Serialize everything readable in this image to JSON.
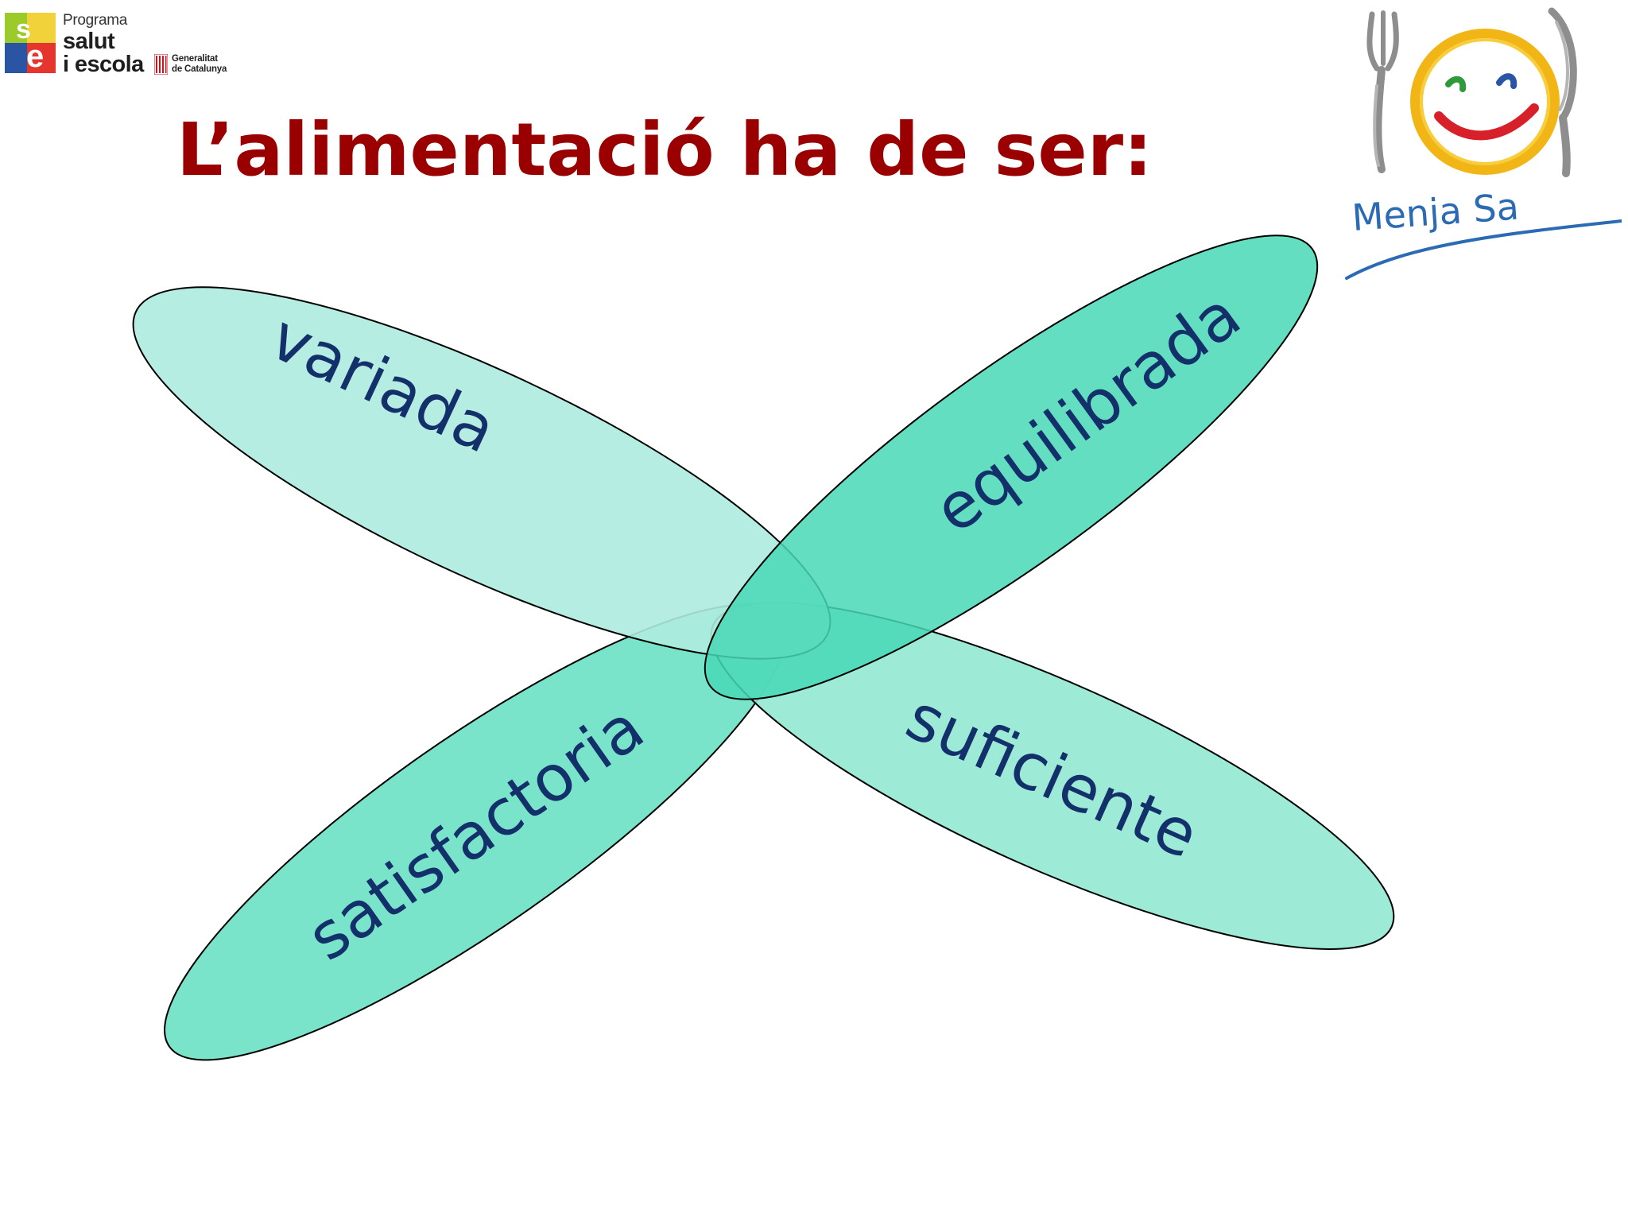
{
  "header": {
    "logo": {
      "programa": "Programa",
      "salut": "salut",
      "escola": "i escola",
      "gencat_line1": "Generalitat",
      "gencat_line2": "de Catalunya"
    },
    "title": "L’alimentació ha de ser:"
  },
  "menja_sa_logo": {
    "text": "Menja Sa",
    "icons": [
      "fork-icon",
      "smiley-plate-icon",
      "knife-icon"
    ]
  },
  "diagram": {
    "type": "four-petal flower",
    "petals": [
      {
        "position": "top-left",
        "label": "variada",
        "color": "#aeebdf"
      },
      {
        "position": "top-right",
        "label": "equilibrada",
        "color": "#48d8b6"
      },
      {
        "position": "bottom-left",
        "label": "satisfactoria",
        "color": "#66e0c3"
      },
      {
        "position": "bottom-right",
        "label": "suficiente",
        "color": "#90e8d1"
      }
    ]
  },
  "colors": {
    "title": "#9b0000",
    "petal_text": "#14306a",
    "petal_outline": "#000000"
  }
}
